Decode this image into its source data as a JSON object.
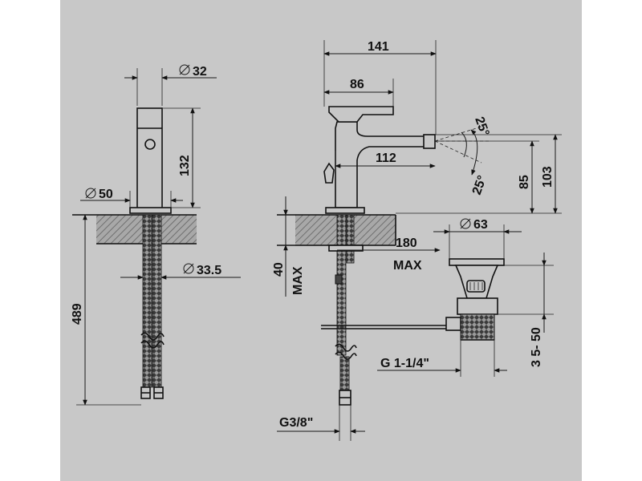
{
  "colors": {
    "page_background": "#ffffff",
    "panel_background": "#c8c8c8",
    "line": "#111111",
    "counter_hatch": "#8a8a8a"
  },
  "front_view": {
    "dim_top_diameter": "32",
    "dim_body_height": "132",
    "dim_base_diameter": "50",
    "dim_hose_diameter": "33.5",
    "dim_total_height": "489"
  },
  "side_view": {
    "dim_overall_reach": "141",
    "dim_lever_reach": "86",
    "dim_spout_reach": "112",
    "angle_up": "25°",
    "angle_down": "25°",
    "dim_outlet_height": "85",
    "dim_top_height": "103",
    "dim_deck_thickness_value": "40",
    "dim_deck_thickness_note": "MAX",
    "dim_rod_length_value": "180",
    "dim_rod_length_note": "MAX",
    "dim_waste_diameter": "63",
    "dim_waste_thread": "G 1-1/4\"",
    "dim_waste_height": "3 5- 50",
    "dim_hose_thread": "G3/8\""
  }
}
